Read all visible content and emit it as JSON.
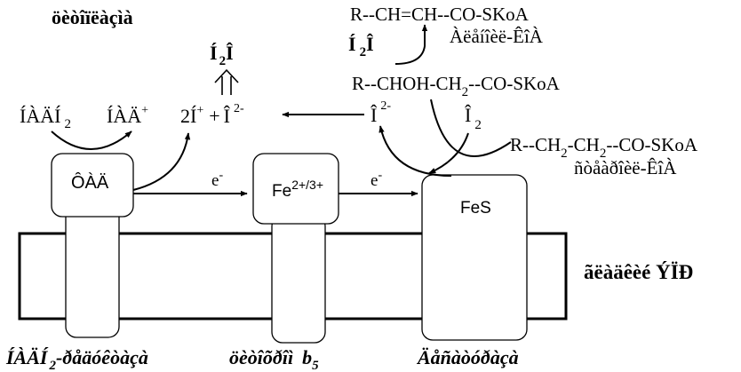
{
  "title": "öèòîïëàçìà",
  "membrane_label": "ãëàäêèé ÝÏÐ",
  "bottom_labels": {
    "left_main": "ÍÀÄÍ",
    "left_sub": "2",
    "left_rest": "-ðåäóêòàçà",
    "mid_main": "öèòîõðîì",
    "mid_b": "b",
    "mid_sub": "5",
    "right": "Äåñàòóðàçà"
  },
  "boxes": {
    "fad": "ÔÀÄ",
    "fe": "Fe",
    "fe_sup": "2+/3+",
    "fes": "FeS"
  },
  "electron": {
    "symbol": "e",
    "sup": "-"
  },
  "nadh": {
    "left_main": "ÍÀÄÍ",
    "left_sub": "2",
    "right_main": "ÍÀÄ",
    "right_sup": "+"
  },
  "products": {
    "two_h": "2Í",
    "two_h_sup": "+",
    "plus": "+",
    "o_main": "Î",
    "o_sup": "2-"
  },
  "water_top": {
    "main": "Í",
    "sub": "2",
    "rest": "Î"
  },
  "water_right": {
    "main": "Í",
    "sub": "2",
    "rest": "Î"
  },
  "o_right": {
    "main": "Î",
    "sup": "2-"
  },
  "o2_right": {
    "main": "Î",
    "sub": "2"
  },
  "compounds": {
    "unsat": "R--CH=CH--CO-SKoA",
    "unsat_name": "Àëåíîèë-ÊîÀ",
    "hydroxy_main": "R--CHOH-CH",
    "hydroxy_sub": "2",
    "hydroxy_rest": "--CO-SKoA",
    "sat_main": "R--CH",
    "sat_sub1": "2",
    "sat_mid": "-CH",
    "sat_sub2": "2",
    "sat_rest": "--CO-SKoA",
    "sat_name": "ñòåàðîèë-ÊîÀ"
  }
}
